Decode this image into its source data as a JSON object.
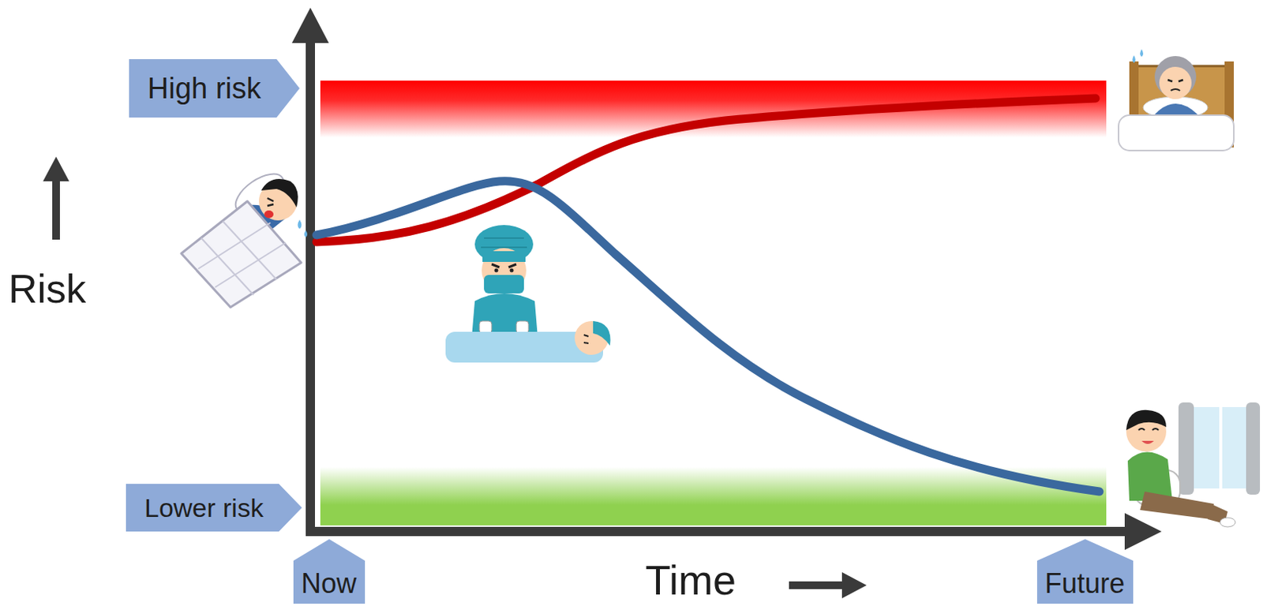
{
  "diagram": {
    "nodes": [
      {
        "text": [
          "High risk"
        ]
      },
      {
        "text": [
          "Lower risk"
        ]
      },
      {
        "text": [
          "Now"
        ]
      },
      {
        "text": [
          "Future"
        ]
      }
    ],
    "labels": [
      "Risk",
      "Time"
    ]
  }
}
